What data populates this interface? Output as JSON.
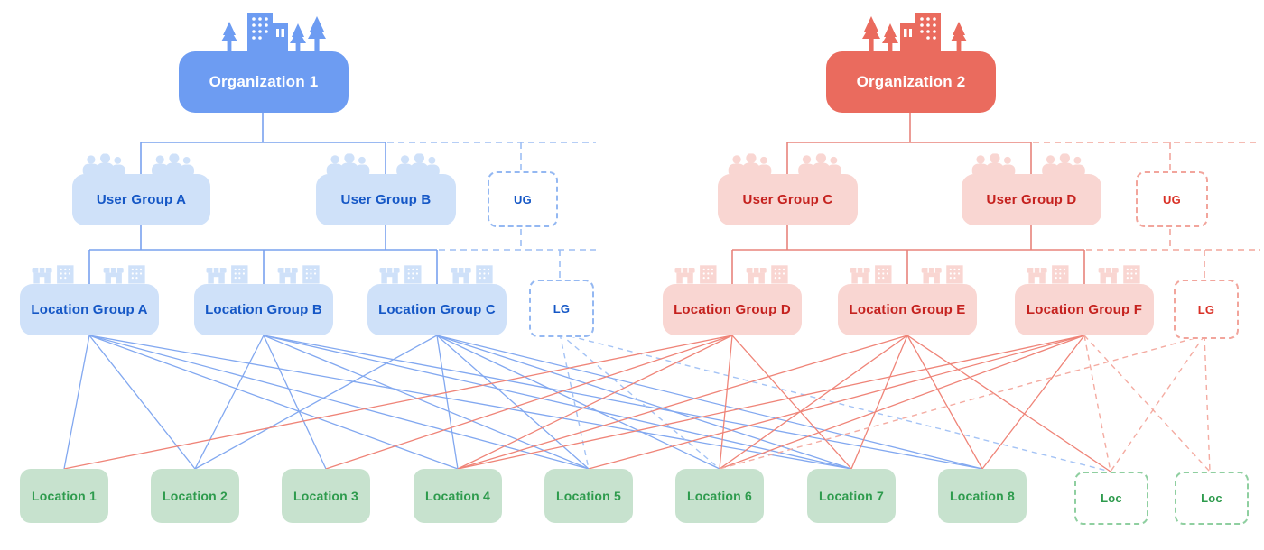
{
  "diagram_title": "Organizations, user groups, location groups and locations hierarchy",
  "colors": {
    "org_blue": "#6D9CF2",
    "org_red": "#EA6B5E",
    "group_blue_bg": "#CFE1F9",
    "group_blue_text": "#1557C6",
    "group_red_bg": "#F9D6D2",
    "group_red_text": "#C5221F",
    "location_bg": "#C7E2CE",
    "location_text": "#2E9B4D",
    "line_blue": "#82A8F0",
    "line_red": "#EF8478"
  },
  "nodes": {
    "org1": {
      "label": "Organization 1"
    },
    "org2": {
      "label": "Organization 2"
    },
    "ug_a": {
      "label": "User Group A"
    },
    "ug_b": {
      "label": "User Group B"
    },
    "ug_ghost_blue": {
      "label": "UG"
    },
    "ug_c": {
      "label": "User Group C"
    },
    "ug_d": {
      "label": "User Group D"
    },
    "ug_ghost_red": {
      "label": "UG"
    },
    "lg_a": {
      "label": "Location Group A"
    },
    "lg_b": {
      "label": "Location Group B"
    },
    "lg_c": {
      "label": "Location Group C"
    },
    "lg_ghost_blue": {
      "label": "LG"
    },
    "lg_d": {
      "label": "Location Group D"
    },
    "lg_e": {
      "label": "Location Group E"
    },
    "lg_f": {
      "label": "Location Group F"
    },
    "lg_ghost_red": {
      "label": "LG"
    },
    "loc1": {
      "label": "Location 1"
    },
    "loc2": {
      "label": "Location 2"
    },
    "loc3": {
      "label": "Location 3"
    },
    "loc4": {
      "label": "Location 4"
    },
    "loc5": {
      "label": "Location 5"
    },
    "loc6": {
      "label": "Location 6"
    },
    "loc7": {
      "label": "Location 7"
    },
    "loc8": {
      "label": "Location 8"
    },
    "locd1": {
      "label": "Loc"
    },
    "locd2": {
      "label": "Loc"
    }
  },
  "hierarchy": {
    "org1_children_user_groups": [
      "ug_a",
      "ug_b",
      "ug_ghost_blue"
    ],
    "org1_location_groups": [
      "lg_a",
      "lg_b",
      "lg_c",
      "lg_ghost_blue"
    ],
    "org2_children_user_groups": [
      "ug_c",
      "ug_d",
      "ug_ghost_red"
    ],
    "org2_location_groups": [
      "lg_d",
      "lg_e",
      "lg_f",
      "lg_ghost_red"
    ]
  },
  "edges": {
    "solid_blue": [
      [
        "lg_a",
        "loc1"
      ],
      [
        "lg_a",
        "loc2"
      ],
      [
        "lg_a",
        "loc4"
      ],
      [
        "lg_a",
        "loc5"
      ],
      [
        "lg_a",
        "loc7"
      ],
      [
        "lg_b",
        "loc2"
      ],
      [
        "lg_b",
        "loc3"
      ],
      [
        "lg_b",
        "loc5"
      ],
      [
        "lg_b",
        "loc7"
      ],
      [
        "lg_b",
        "loc8"
      ],
      [
        "lg_c",
        "loc2"
      ],
      [
        "lg_c",
        "loc4"
      ],
      [
        "lg_c",
        "loc5"
      ],
      [
        "lg_c",
        "loc6"
      ],
      [
        "lg_c",
        "loc7"
      ],
      [
        "lg_c",
        "loc8"
      ]
    ],
    "dashed_blue": [
      [
        "lg_ghost_blue",
        "loc5"
      ],
      [
        "lg_ghost_blue",
        "loc6"
      ],
      [
        "lg_ghost_blue",
        "locd1"
      ]
    ],
    "solid_red": [
      [
        "lg_d",
        "loc1"
      ],
      [
        "lg_d",
        "loc3"
      ],
      [
        "lg_d",
        "loc4"
      ],
      [
        "lg_d",
        "loc6"
      ],
      [
        "lg_d",
        "loc7"
      ],
      [
        "lg_e",
        "loc4"
      ],
      [
        "lg_e",
        "loc6"
      ],
      [
        "lg_e",
        "loc7"
      ],
      [
        "lg_e",
        "loc8"
      ],
      [
        "lg_e",
        "locd1"
      ],
      [
        "lg_f",
        "loc4"
      ],
      [
        "lg_f",
        "loc5"
      ],
      [
        "lg_f",
        "loc6"
      ],
      [
        "lg_f",
        "loc8"
      ]
    ],
    "dashed_red": [
      [
        "lg_ghost_red",
        "loc6"
      ],
      [
        "lg_ghost_red",
        "locd1"
      ],
      [
        "lg_ghost_red",
        "locd2"
      ],
      [
        "lg_f",
        "locd1"
      ],
      [
        "lg_f",
        "locd2"
      ]
    ]
  }
}
